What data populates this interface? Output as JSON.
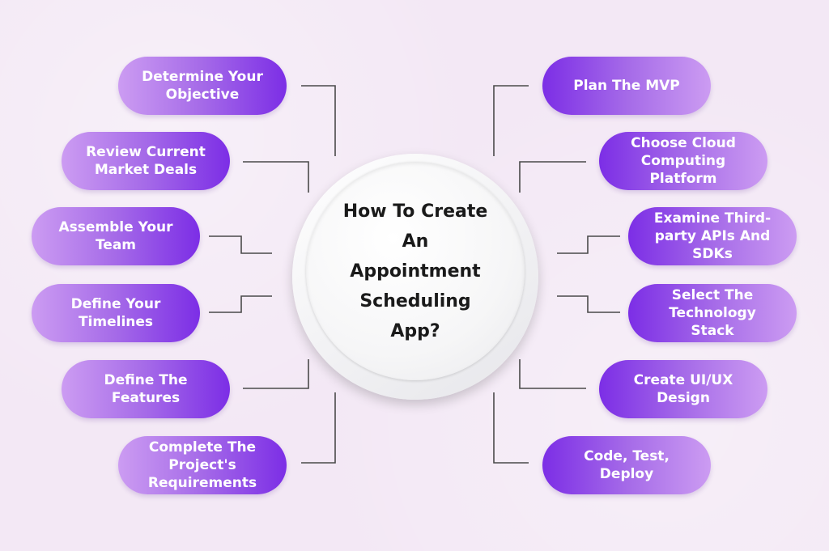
{
  "center": {
    "title": "How To Create\nAn\nAppointment\nScheduling\nApp?"
  },
  "left_steps": [
    "Determine Your\nObjective",
    "Review Current\nMarket Deals",
    "Assemble Your\nTeam",
    "Define Your\nTimelines",
    "Define The\nFeatures",
    "Complete The\nProject's\nRequirements"
  ],
  "right_steps": [
    "Plan The MVP",
    "Choose Cloud\nComputing\nPlatform",
    "Examine Third-\nparty APIs And\nSDKs",
    "Select The\nTechnology\nStack",
    "Create UI/UX\nDesign",
    "Code, Test,\nDeploy"
  ],
  "colors": {
    "pill_dark": "#7c2ee6",
    "pill_light": "#cc9cf2",
    "connector": "#4a4a4a",
    "background": "#f3e8f5"
  }
}
